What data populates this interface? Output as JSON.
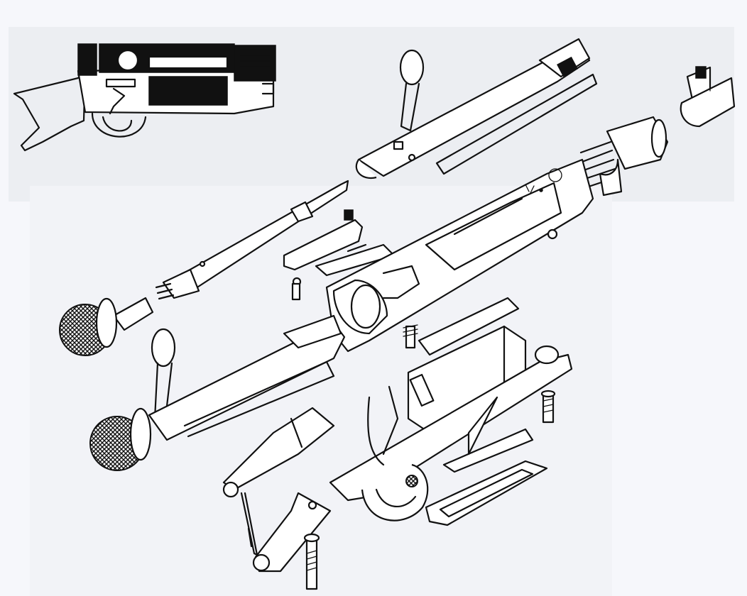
{
  "figure": {
    "colors": {
      "ink": "#111111",
      "paper_top": "#eceef2",
      "paper_main": "#f6f7fb"
    },
    "parts": [
      {
        "name": "assembled-action-view"
      },
      {
        "name": "bolt-body"
      },
      {
        "name": "rear-sight"
      },
      {
        "name": "barrel-shank"
      },
      {
        "name": "firing-pin"
      },
      {
        "name": "ejector-parts"
      },
      {
        "name": "cocking-piece"
      },
      {
        "name": "receiver"
      },
      {
        "name": "assembled-bolt"
      },
      {
        "name": "magazine-box"
      },
      {
        "name": "trigger-guard"
      },
      {
        "name": "floorplate"
      },
      {
        "name": "magazine-follower"
      },
      {
        "name": "bayonet-bracket"
      },
      {
        "name": "sear-bar"
      },
      {
        "name": "guard-screws"
      }
    ]
  }
}
